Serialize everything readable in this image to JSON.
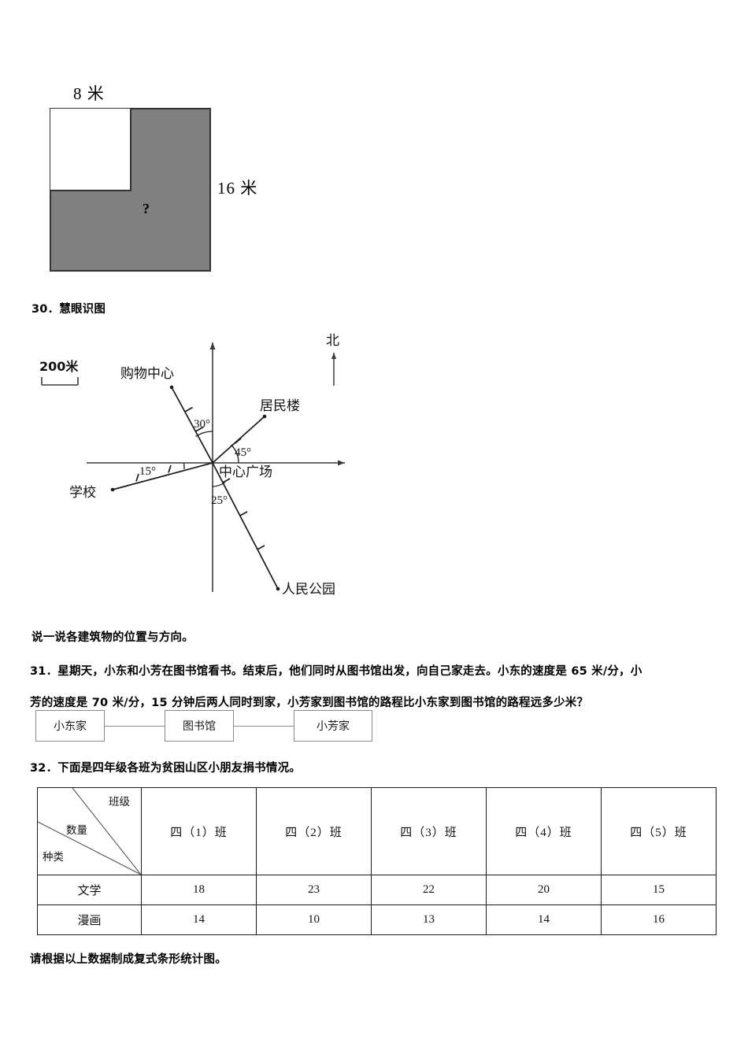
{
  "figure_square": {
    "top_label": "8 米",
    "right_label": "16 米",
    "unknown_marker": "?",
    "fill_color": "#808080",
    "stroke_color": "#333333"
  },
  "q30": {
    "number_label": "30．慧眼识图",
    "prompt": "说一说各建筑物的位置与方向。",
    "map": {
      "scale_label": "200米",
      "north_label": "北",
      "center_label": "中心广场",
      "places": [
        {
          "name": "购物中心",
          "angle_label": "30°"
        },
        {
          "name": "居民楼",
          "angle_label": "45°"
        },
        {
          "name": "学校",
          "angle_label": "15°"
        },
        {
          "name": "人民公园",
          "angle_label": "25°"
        }
      ]
    }
  },
  "q31": {
    "line1": "31．星期天，小东和小芳在图书馆看书。结束后，他们同时从图书馆出发，向自己家走去。小东的速度是 65 米/分，小",
    "line2": "芳的速度是 70 米/分，15 分钟后两人同时到家，小芳家到图书馆的路程比小东家到图书馆的路程远多少米？",
    "diagram": {
      "box_left": "小东家",
      "box_center": "图书馆",
      "box_right": "小芳家"
    }
  },
  "q32": {
    "number_label": "32．下面是四年级各班为贫困山区小朋友捐书情况。",
    "footer": "请根据以上数据制成复式条形统计图。",
    "table": {
      "corner": {
        "class": "班级",
        "quantity": "数量",
        "kind": "种类"
      },
      "columns": [
        "四（1）班",
        "四（2）班",
        "四（3）班",
        "四（4）班",
        "四（5）班"
      ],
      "rows": [
        {
          "label": "文学",
          "values": [
            "18",
            "23",
            "22",
            "20",
            "15"
          ]
        },
        {
          "label": "漫画",
          "values": [
            "14",
            "10",
            "13",
            "14",
            "16"
          ]
        }
      ]
    }
  }
}
